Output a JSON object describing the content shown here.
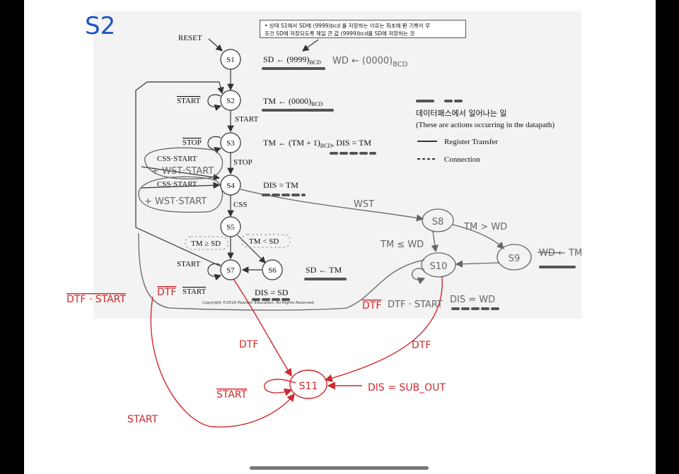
{
  "title": "S2",
  "note": {
    "line1": "• 상태 S1에서 SD에 (9999)bcd 를 저장하는 이유는 최초에 뛴 기록이 무",
    "line2": "조건 SD에 저장되도록 제일 큰 값 (9999)bcd를 SD에 저장하는 것"
  },
  "states": {
    "s1": "S1",
    "s2": "S2",
    "s3": "S3",
    "s4": "S4",
    "s5": "S5",
    "s6": "S6",
    "s7": "S7",
    "s8": "S8",
    "s9": "S9",
    "s10": "S10",
    "s11": "S11"
  },
  "labels": {
    "reset": "RESET",
    "s1_action": "SD ← (9999)",
    "bcd": "BCD",
    "s1_hw": "WD ← (0000)",
    "s1_hw_sub": "BCD",
    "s2_action": "TM ← (0000)",
    "s2_loop": "START",
    "start": "START",
    "s3_action_a": "TM ← (TM + 1)",
    "s3_action_b": ", DIS = TM",
    "s3_loop": "STOP",
    "stop": "STOP",
    "s4_in_a": "CSS·START",
    "s4_in_a_hw": "+ WST·START",
    "s4_in_b": "CSS·START",
    "s4_in_b_hw": "+ WST·START",
    "s4_action": "DIS = TM",
    "css": "CSS",
    "wst": "WST",
    "tm_ge_sd": "TM ≥ SD",
    "tm_lt_sd": "TM < SD",
    "s6_action": "SD ← TM",
    "s7_start": "START",
    "s7_loop_hw": "DTF",
    "s7_loop_start": "START",
    "s7_action": "DIS = SD",
    "copyright": "Copyright ©2016 Pearson Education, All Rights Reserved",
    "tm_le_wd": "TM ≤ WD",
    "tm_gt_wd": "TM > WD",
    "s9_action": "WD ← TM",
    "s10_loop": "DTF · START",
    "s10_action": "DIS = WD",
    "dtf_start_left": "DTF · START",
    "dtf_a": "DTF",
    "dtf_b": "DTF",
    "s11_loop": "START",
    "s11_action": "DIS = SUB_OUT",
    "start_red": "START"
  },
  "legend": {
    "title": "데이터패스에서 일어나는 일",
    "subtitle": "(These are actions occurring in the datapath)",
    "register_transfer": "Register Transfer",
    "connection": "Connection"
  },
  "colors": {
    "ink": "#333333",
    "pencil": "#666666",
    "red": "#d0282c",
    "blue": "#1c57c4"
  }
}
